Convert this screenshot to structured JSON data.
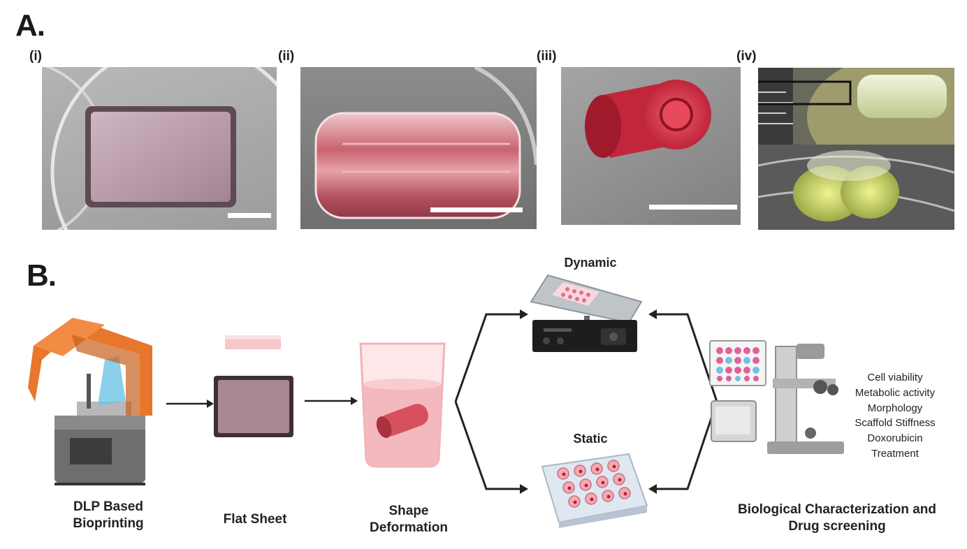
{
  "panel_a": {
    "letter": "A.",
    "sub_panels": [
      {
        "label": "(i)"
      },
      {
        "label": "(ii)"
      },
      {
        "label": "(iii)"
      },
      {
        "label": "(iv)"
      }
    ]
  },
  "panel_b": {
    "letter": "B.",
    "steps": [
      {
        "label_line1": "DLP Based",
        "label_line2": "Bioprinting"
      },
      {
        "label_line1": "Flat Sheet",
        "label_line2": ""
      },
      {
        "label_line1": "Shape",
        "label_line2": "Deformation"
      },
      {
        "label_line1": "Biological Characterization and",
        "label_line2": "Drug screening"
      }
    ],
    "conditions": {
      "dynamic": "Dynamic",
      "static": "Static"
    },
    "assays": [
      "Cell viability",
      "Metabolic activity",
      "Morphology",
      "Scaffold Stiffness",
      "Doxorubicin",
      "Treatment"
    ]
  },
  "colors": {
    "printer_orange": "#e8762c",
    "hydrogel_pink": "#c98a97",
    "beaker_liquid": "#f3b9bf",
    "tube_red": "#d8505e",
    "photo_bg": "#9a9a9a"
  }
}
